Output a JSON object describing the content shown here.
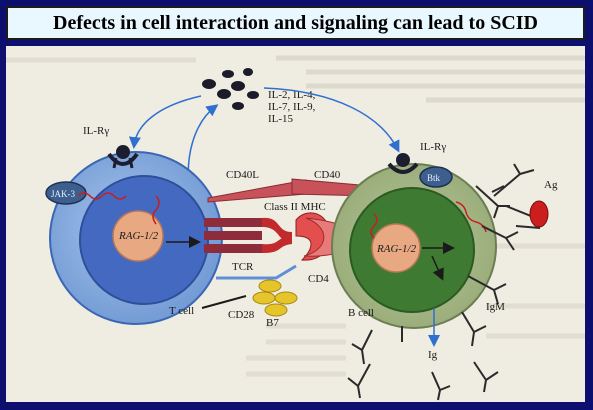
{
  "title": "Defects in cell interaction and signaling can lead to SCID",
  "cytokines": {
    "line1": "IL-2, IL-4,",
    "line2": "IL-7, IL-9,",
    "line3": "IL-15"
  },
  "labels": {
    "il_r_left": "IL-Rγ",
    "il_r_right": "IL-Rγ",
    "jak3": "JAK-3",
    "rag_left": "RAG-1/2",
    "rag_right": "RAG-1/2",
    "cd40l": "CD40L",
    "cd40": "CD40",
    "class2mhc": "Class II MHC",
    "tcr": "TCR",
    "cd4": "CD4",
    "cd28": "CD28",
    "b7": "B7",
    "tcell": "T cell",
    "bcell": "B cell",
    "btk": "Btk",
    "ag": "Ag",
    "igm": "IgM",
    "ig": "Ig"
  },
  "colors": {
    "frame": "#0c0f6e",
    "title_bg": "#e9f8ff",
    "tcell": "#7fa8dc",
    "tcell_nucleus": "#3f63b9",
    "bcell": "#9db07f",
    "bcell_nucleus": "#3f7a33",
    "rag": "#e8a882",
    "cd40": "#c7525a",
    "b7": "#e6c42c",
    "ag": "#cc1e1e"
  }
}
